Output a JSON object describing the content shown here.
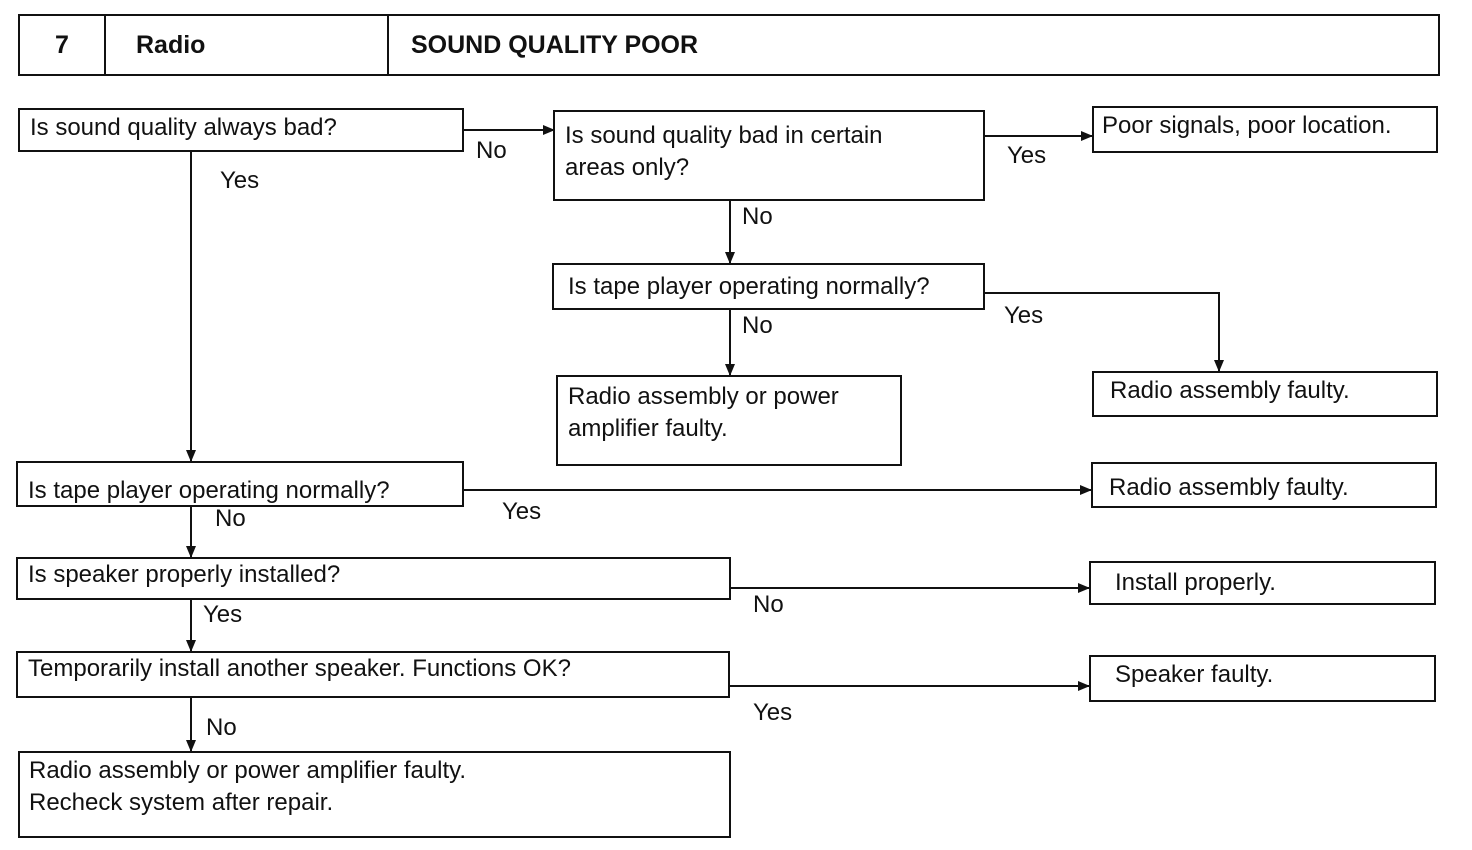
{
  "header": {
    "number": "7",
    "system": "Radio",
    "title": "SOUND QUALITY POOR"
  },
  "nodes": {
    "q_always_bad": "Is sound quality always bad?",
    "q_certain_areas": "Is sound quality bad in certain\nareas only?",
    "r_poor_signals": "Poor signals, poor location.",
    "q_tape_upper": "Is tape player operating normally?",
    "r_radio_or_amp": "Radio assembly or power\namplifier faulty.",
    "r_radio_faulty_upper": "Radio assembly faulty.",
    "q_tape_lower": "Is tape player operating normally?",
    "r_radio_faulty_lower": "Radio assembly faulty.",
    "q_speaker_installed": "Is speaker properly installed?",
    "r_install_properly": "Install properly.",
    "q_another_speaker": "Temporarily install another speaker. Functions OK?",
    "r_speaker_faulty": "Speaker faulty.",
    "r_final": "Radio assembly or power amplifier faulty.\nRecheck system after repair."
  },
  "labels": {
    "always_bad_no": "No",
    "always_bad_yes": "Yes",
    "certain_areas_yes": "Yes",
    "certain_areas_no": "No",
    "tape_upper_yes": "Yes",
    "tape_upper_no": "No",
    "tape_lower_yes": "Yes",
    "tape_lower_no": "No",
    "speaker_installed_no": "No",
    "speaker_installed_yes": "Yes",
    "another_speaker_yes": "Yes",
    "another_speaker_no": "No"
  }
}
